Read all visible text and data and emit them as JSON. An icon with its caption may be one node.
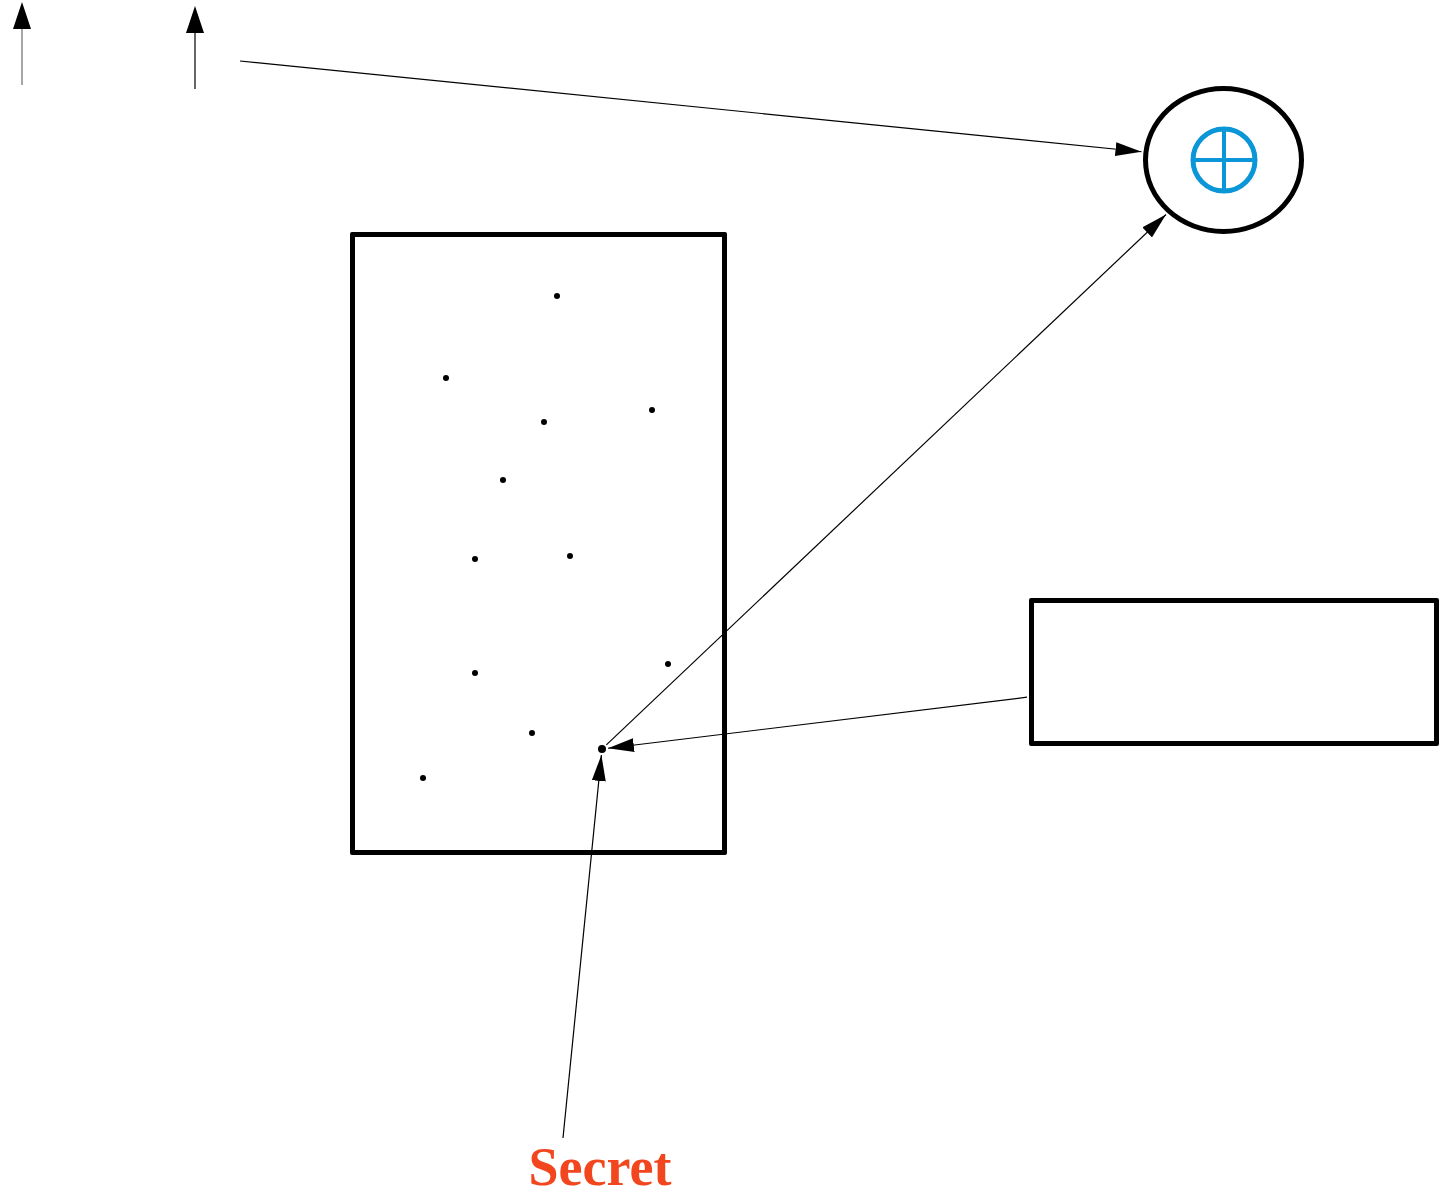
{
  "diagram": {
    "nodes": [
      {
        "text": [],
        "shape": "circle"
      },
      {
        "text": [],
        "shape": "box"
      },
      {
        "text": [],
        "shape": "circle",
        "in": 1
      },
      {
        "text": [],
        "shape": "box"
      },
      {
        "text": [
          "Secret"
        ]
      }
    ],
    "edges": [
      {
        "from": null,
        "to": 0,
        "arrow": "to"
      },
      {
        "from": 2,
        "to": 0,
        "arrow": "to"
      },
      {
        "from": 3,
        "to": 2,
        "arrow": "to"
      },
      {
        "from": 4,
        "to": 2,
        "arrow": "to"
      }
    ]
  }
}
